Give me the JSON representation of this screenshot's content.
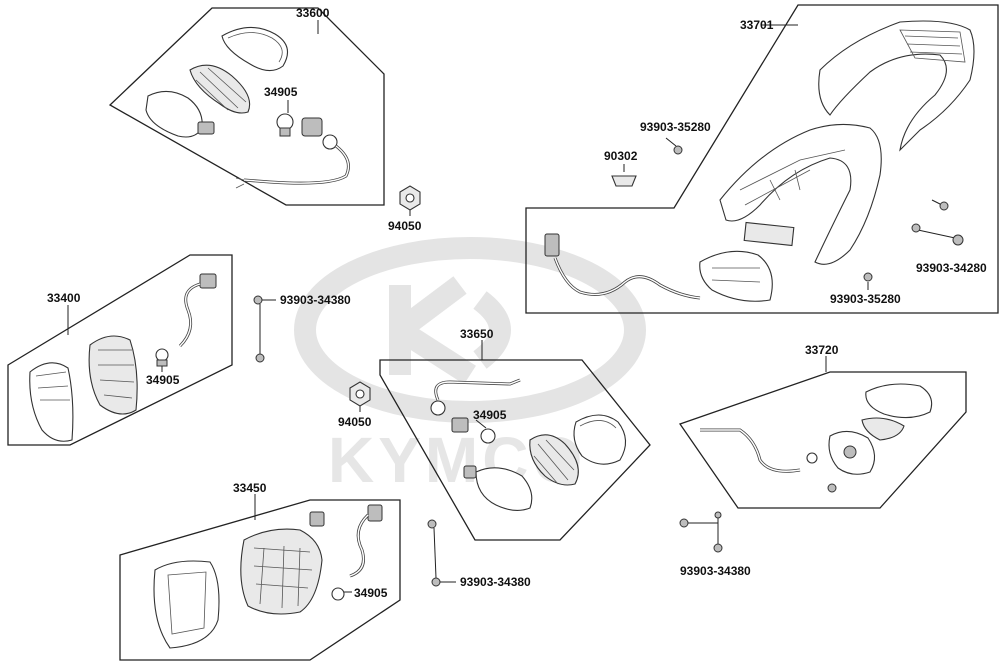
{
  "watermark": {
    "brand_text": "KYMCO"
  },
  "labels": {
    "p33600": "33600",
    "p34905_a": "34905",
    "p94050_a": "94050",
    "p33701": "33701",
    "p93903_35280_a": "93903-35280",
    "p90302": "90302",
    "p93903_34280": "93903-34280",
    "p93903_35280_b": "93903-35280",
    "p33400": "33400",
    "p93903_34380_a": "93903-34380",
    "p34905_b": "34905",
    "p33650": "33650",
    "p34905_c": "34905",
    "p94050_b": "94050",
    "p33720": "33720",
    "p33450": "33450",
    "p34905_d": "34905",
    "p93903_34380_b": "93903-34380",
    "p93903_34380_c": "93903-34380"
  }
}
